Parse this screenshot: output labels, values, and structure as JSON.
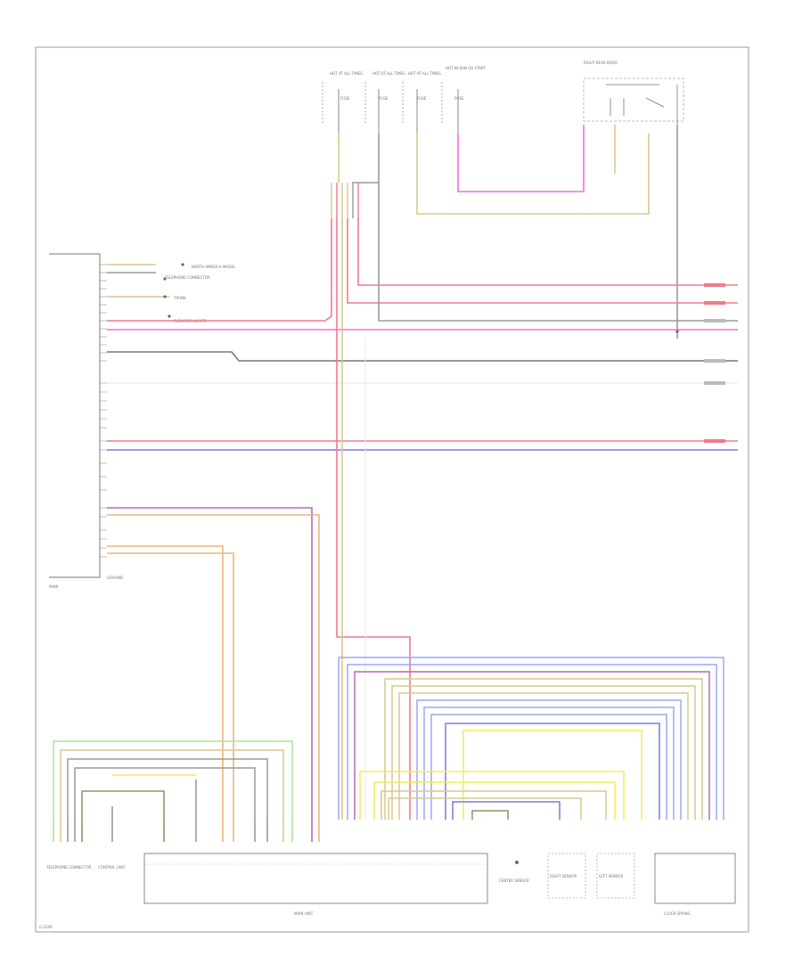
{
  "diagram": {
    "top_labels": {
      "pin_group_1": "HOT AT ALL TIMES",
      "pin_group_2": "HOT AT ALL TIMES",
      "pin_group_3": "HOT AT ALL TIMES",
      "pin_group_4": "HOT IN RUN OR START",
      "right_switch": "RIGHT REAR DOOR",
      "fuse_1": "FUSE",
      "fuse_2": "FUSE",
      "fuse_3": "FUSE",
      "fuse_4": "FUSE"
    },
    "left_module": {
      "label": "MAIN",
      "note_1": "NORTH AMERICA MODEL",
      "note_2": "TELEPHONE CONNECTOR",
      "note_3": "TRUNK",
      "note_4": "ELEVATOR LIGHTS",
      "bottom_label": "GROUND"
    },
    "bottom_components": {
      "telephone_connector": "TELEPHONE CONNECTOR",
      "control_unit": "CONTROL UNIT",
      "center_sensor": "CENTER SENSOR",
      "right_sensor": "RIGHT SENSOR",
      "left_sensor": "LEFT SENSOR",
      "main_box": "MAIN UNIT",
      "right_box": "CLOCK SPRING"
    },
    "footer_code": "G-2209"
  },
  "colors": {
    "red": "#f27a8a",
    "pink": "#f06ee0",
    "yellow": "#f5ea5a",
    "tan": "#d9c98a",
    "brown": "#9c8b6a",
    "gray": "#9a9a9a",
    "dark": "#666666",
    "blue": "#7777f0",
    "lightblue": "#9aa8f5",
    "green": "#a6e89a",
    "orange": "#f2b37a",
    "purple": "#b06ab8"
  }
}
